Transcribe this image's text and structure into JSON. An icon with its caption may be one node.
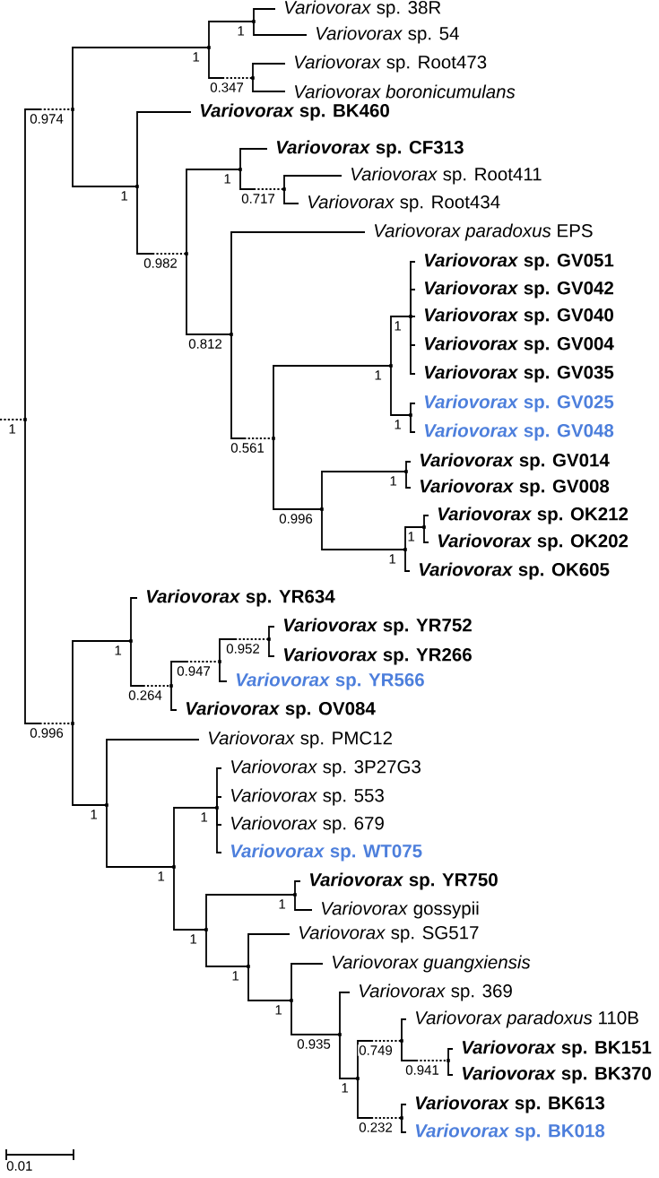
{
  "diagram": {
    "nodes": [
      {
        "text": [],
        "shape": "point"
      },
      {
        "text": [],
        "shape": "point"
      },
      {
        "text": [],
        "shape": "point"
      },
      {
        "text": [],
        "shape": "point"
      },
      {
        "text": [
          "*Variovorax* sp. 38R"
        ]
      },
      {
        "text": [
          "*Variovorax* sp. 54"
        ]
      },
      {
        "text": [],
        "shape": "point"
      },
      {
        "text": [
          "*Variovorax* sp. Root473"
        ]
      },
      {
        "text": [
          "Variovorax boronicumulans"
        ]
      },
      {
        "text": [],
        "shape": "point"
      },
      {
        "text": [
          "*Variovorax* sp. BK460"
        ]
      },
      {
        "text": [],
        "shape": "point"
      },
      {
        "text": [],
        "shape": "point"
      },
      {
        "text": [
          "*Variovorax* sp. CF313"
        ]
      },
      {
        "text": [],
        "shape": "point"
      },
      {
        "text": [
          "*Variovorax* sp. Root411"
        ]
      },
      {
        "text": [
          "*Variovorax* sp. Root434"
        ]
      },
      {
        "text": [],
        "shape": "point"
      },
      {
        "text": [
          "*Variovorax paradoxus* EPS"
        ]
      },
      {
        "text": [],
        "shape": "point"
      },
      {
        "text": [],
        "shape": "point"
      },
      {
        "text": [],
        "shape": "point"
      },
      {
        "text": [
          "*Variovorax* sp. GV051"
        ]
      },
      {
        "text": [
          "*Variovorax* sp. GV042"
        ]
      },
      {
        "text": [
          "*Variovorax* sp. GV040"
        ]
      },
      {
        "text": [
          "*Variovorax* sp. GV004"
        ]
      },
      {
        "text": [
          "*Variovorax* sp. GV035"
        ]
      },
      {
        "text": [],
        "shape": "point"
      },
      {
        "text": [
          "*Variovorax* sp. GV025"
        ]
      },
      {
        "text": [
          "*Variovorax* sp. GV048"
        ]
      },
      {
        "text": [],
        "shape": "point"
      },
      {
        "text": [],
        "shape": "point"
      },
      {
        "text": [
          "*Variovorax* sp. GV014"
        ]
      },
      {
        "text": [
          "*Variovorax* sp. GV008"
        ]
      },
      {
        "text": [],
        "shape": "point"
      },
      {
        "text": [],
        "shape": "point"
      },
      {
        "text": [
          "*Variovorax* sp. OK212"
        ]
      },
      {
        "text": [
          "*Variovorax* sp. OK202"
        ]
      },
      {
        "text": [
          "*Variovorax* sp. OK605"
        ]
      },
      {
        "text": [],
        "shape": "point"
      },
      {
        "text": [],
        "shape": "point"
      },
      {
        "text": [
          "*Variovorax* sp. YR634"
        ]
      },
      {
        "text": [],
        "shape": "point"
      },
      {
        "text": [],
        "shape": "point"
      },
      {
        "text": [],
        "shape": "point"
      },
      {
        "text": [
          "*Variovorax* sp. YR752"
        ]
      },
      {
        "text": [
          "*Variovorax* sp. YR266"
        ]
      },
      {
        "text": [
          "*Variovorax* sp. YR566"
        ]
      },
      {
        "text": [
          "*Variovorax* sp. OV084"
        ]
      },
      {
        "text": [],
        "shape": "point"
      },
      {
        "text": [
          "*Variovorax* sp. PMC12"
        ]
      },
      {
        "text": [],
        "shape": "point"
      },
      {
        "text": [],
        "shape": "point"
      },
      {
        "text": [
          "*Variovorax* sp. 3P27G3"
        ]
      },
      {
        "text": [
          "*Variovorax* sp. 553"
        ]
      },
      {
        "text": [
          "*Variovorax* sp. 679"
        ]
      },
      {
        "text": [
          "*Variovorax* sp. WT075"
        ]
      },
      {
        "text": [],
        "shape": "point"
      },
      {
        "text": [],
        "shape": "point"
      },
      {
        "text": [
          "*Variovorax* sp. YR750"
        ]
      },
      {
        "text": [
          "*Variovorax* gossypii"
        ]
      },
      {
        "text": [],
        "shape": "point"
      },
      {
        "text": [
          "*Variovorax* sp. SG517"
        ]
      },
      {
        "text": [],
        "shape": "point"
      },
      {
        "text": [
          "Variovorax guangxiensis"
        ]
      },
      {
        "text": [],
        "shape": "point"
      },
      {
        "text": [
          "*Variovorax* sp. 369"
        ]
      },
      {
        "text": [],
        "shape": "point"
      },
      {
        "text": [],
        "shape": "point"
      },
      {
        "text": [
          "*Variovorax paradoxus* 110B"
        ]
      },
      {
        "text": [],
        "shape": "point"
      },
      {
        "text": [
          "*Variovorax* sp. BK151"
        ]
      },
      {
        "text": [
          "*Variovorax* sp. BK370"
        ]
      },
      {
        "text": [],
        "shape": "point"
      },
      {
        "text": [
          "*Variovorax* sp. BK613"
        ]
      },
      {
        "text": [
          "*Variovorax* sp. BK018"
        ]
      }
    ],
    "edges": [
      {
        "from": null,
        "to": 0,
        "arrow": "none",
        "style": "dashed",
        "label": "1"
      },
      {
        "from": 0,
        "to": 1,
        "arrow": "none",
        "style": "dashed",
        "label": "0.974"
      },
      {
        "from": 1,
        "to": 2,
        "arrow": "none",
        "label": "1"
      },
      {
        "from": 2,
        "to": 3,
        "arrow": "none",
        "label": "1"
      },
      {
        "from": 3,
        "to": 4,
        "arrow": "none"
      },
      {
        "from": 3,
        "to": 5,
        "arrow": "none"
      },
      {
        "from": 2,
        "to": 6,
        "arrow": "none",
        "style": "dashed",
        "label": "0.347"
      },
      {
        "from": 6,
        "to": 7,
        "arrow": "none"
      },
      {
        "from": 6,
        "to": 8,
        "arrow": "none"
      },
      {
        "from": 1,
        "to": 9,
        "arrow": "none",
        "label": "1"
      },
      {
        "from": 9,
        "to": 10,
        "arrow": "none"
      },
      {
        "from": 9,
        "to": 11,
        "arrow": "none",
        "style": "dashed",
        "label": "0.982"
      },
      {
        "from": 11,
        "to": 12,
        "arrow": "none",
        "label": "1"
      },
      {
        "from": 12,
        "to": 13,
        "arrow": "none"
      },
      {
        "from": 12,
        "to": 14,
        "arrow": "none",
        "style": "dashed",
        "label": "0.717"
      },
      {
        "from": 14,
        "to": 15,
        "arrow": "none"
      },
      {
        "from": 14,
        "to": 16,
        "arrow": "none"
      },
      {
        "from": 11,
        "to": 17,
        "arrow": "none",
        "label": "0.812"
      },
      {
        "from": 17,
        "to": 18,
        "arrow": "none"
      },
      {
        "from": 17,
        "to": 19,
        "arrow": "none",
        "style": "dashed",
        "label": "0.561"
      },
      {
        "from": 19,
        "to": 20,
        "arrow": "none",
        "label": "1"
      },
      {
        "from": 20,
        "to": 21,
        "arrow": "none",
        "label": "1"
      },
      {
        "from": 21,
        "to": 22,
        "arrow": "none"
      },
      {
        "from": 21,
        "to": 23,
        "arrow": "none"
      },
      {
        "from": 21,
        "to": 24,
        "arrow": "none"
      },
      {
        "from": 21,
        "to": 25,
        "arrow": "none"
      },
      {
        "from": 21,
        "to": 26,
        "arrow": "none"
      },
      {
        "from": 20,
        "to": 27,
        "arrow": "none",
        "label": "1"
      },
      {
        "from": 27,
        "to": 28,
        "arrow": "none"
      },
      {
        "from": 27,
        "to": 29,
        "arrow": "none"
      },
      {
        "from": 19,
        "to": 30,
        "arrow": "none",
        "label": "0.996"
      },
      {
        "from": 30,
        "to": 31,
        "arrow": "none",
        "label": "1"
      },
      {
        "from": 31,
        "to": 32,
        "arrow": "none"
      },
      {
        "from": 31,
        "to": 33,
        "arrow": "none"
      },
      {
        "from": 30,
        "to": 34,
        "arrow": "none",
        "label": "1"
      },
      {
        "from": 34,
        "to": 35,
        "arrow": "none",
        "label": "1"
      },
      {
        "from": 35,
        "to": 36,
        "arrow": "none"
      },
      {
        "from": 35,
        "to": 37,
        "arrow": "none"
      },
      {
        "from": 34,
        "to": 38,
        "arrow": "none"
      },
      {
        "from": 0,
        "to": 39,
        "arrow": "none",
        "style": "dashed",
        "label": "0.996"
      },
      {
        "from": 39,
        "to": 40,
        "arrow": "none",
        "label": "1"
      },
      {
        "from": 40,
        "to": 41,
        "arrow": "none"
      },
      {
        "from": 40,
        "to": 42,
        "arrow": "none",
        "style": "dashed",
        "label": "0.264"
      },
      {
        "from": 42,
        "to": 43,
        "arrow": "none",
        "style": "dashed",
        "label": "0.947"
      },
      {
        "from": 43,
        "to": 44,
        "arrow": "none",
        "style": "dashed",
        "label": "0.952"
      },
      {
        "from": 44,
        "to": 45,
        "arrow": "none"
      },
      {
        "from": 44,
        "to": 46,
        "arrow": "none"
      },
      {
        "from": 43,
        "to": 47,
        "arrow": "none"
      },
      {
        "from": 42,
        "to": 48,
        "arrow": "none"
      },
      {
        "from": 39,
        "to": 49,
        "arrow": "none",
        "label": "1"
      },
      {
        "from": 49,
        "to": 50,
        "arrow": "none"
      },
      {
        "from": 49,
        "to": 51,
        "arrow": "none",
        "label": "1"
      },
      {
        "from": 51,
        "to": 52,
        "arrow": "none",
        "label": "1"
      },
      {
        "from": 52,
        "to": 53,
        "arrow": "none"
      },
      {
        "from": 52,
        "to": 54,
        "arrow": "none"
      },
      {
        "from": 52,
        "to": 55,
        "arrow": "none"
      },
      {
        "from": 52,
        "to": 56,
        "arrow": "none"
      },
      {
        "from": 51,
        "to": 57,
        "arrow": "none",
        "label": "1"
      },
      {
        "from": 57,
        "to": 58,
        "arrow": "none",
        "label": "1"
      },
      {
        "from": 58,
        "to": 59,
        "arrow": "none"
      },
      {
        "from": 58,
        "to": 60,
        "arrow": "none"
      },
      {
        "from": 57,
        "to": 61,
        "arrow": "none",
        "label": "1"
      },
      {
        "from": 61,
        "to": 62,
        "arrow": "none"
      },
      {
        "from": 61,
        "to": 63,
        "arrow": "none",
        "label": "1"
      },
      {
        "from": 63,
        "to": 64,
        "arrow": "none"
      },
      {
        "from": 63,
        "to": 65,
        "arrow": "none",
        "label": "0.935"
      },
      {
        "from": 65,
        "to": 66,
        "arrow": "none"
      },
      {
        "from": 65,
        "to": 67,
        "arrow": "none",
        "label": "1"
      },
      {
        "from": 67,
        "to": 68,
        "arrow": "none",
        "style": "dashed",
        "label": "0.749"
      },
      {
        "from": 68,
        "to": 69,
        "arrow": "none"
      },
      {
        "from": 68,
        "to": 70,
        "arrow": "none",
        "style": "dashed",
        "label": "0.941"
      },
      {
        "from": 70,
        "to": 71,
        "arrow": "none"
      },
      {
        "from": 70,
        "to": 72,
        "arrow": "none"
      },
      {
        "from": 67,
        "to": 73,
        "arrow": "none",
        "style": "dashed",
        "label": "0.232"
      },
      {
        "from": 73,
        "to": 74,
        "arrow": "none"
      },
      {
        "from": 73,
        "to": 75,
        "arrow": "none"
      }
    ],
    "labels": [
      "0.01"
    ]
  }
}
